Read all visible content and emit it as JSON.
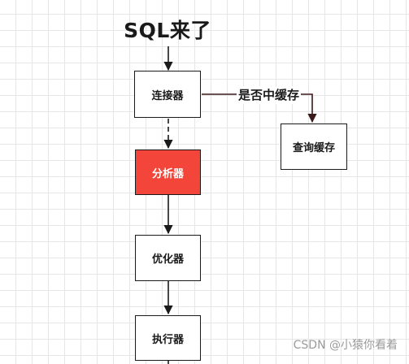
{
  "diagram": {
    "title": "SQL来了",
    "nodes": {
      "connector": "连接器",
      "query_cache": "查询缓存",
      "analyzer": "分析器",
      "optimizer": "优化器",
      "executor": "执行器"
    },
    "edge_labels": {
      "cache_check": "是否中缓存"
    },
    "colors": {
      "highlight": "#f4453a",
      "stroke": "#1a1a1a",
      "cache_link": "#4a1a1a"
    }
  },
  "watermark": "CSDN @小猿你看着"
}
